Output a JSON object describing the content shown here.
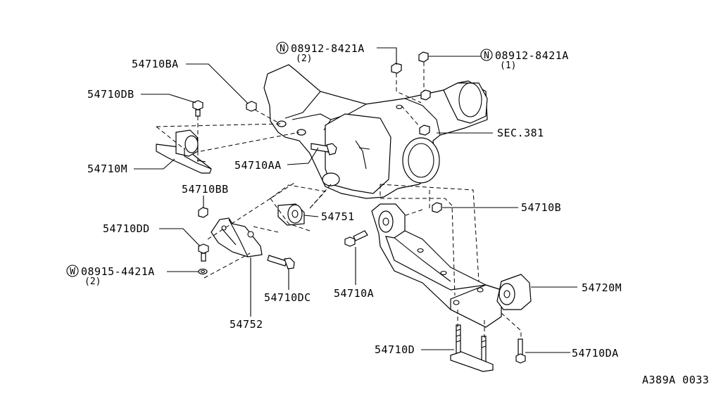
{
  "diagram_code": "A389A 0033",
  "labels": {
    "nut_top_left": {
      "prefix": "N",
      "part": "08912-8421A",
      "qty": "(2)"
    },
    "nut_top_right": {
      "prefix": "N",
      "part": "08912-8421A",
      "qty": "(1)"
    },
    "bracket_stud": "54710BA",
    "bolt_top_left": "54710DB",
    "mount_left": "54710M",
    "bolt_center": "54710AA",
    "section_ref": "SEC.381",
    "nut_left_lower": "54710BB",
    "bushing": "54751",
    "nut_right": "54710B",
    "bolt_left_lower": "54710DD",
    "washer": {
      "prefix": "W",
      "part": "08915-4421A",
      "qty": "(2)"
    },
    "bolt_lower_center": "54710DC",
    "bolt_member": "54710A",
    "bracket": "54752",
    "mount_member": "54720M",
    "stud_bolt": "54710D",
    "bolt_bottom_right": "54710DA"
  }
}
